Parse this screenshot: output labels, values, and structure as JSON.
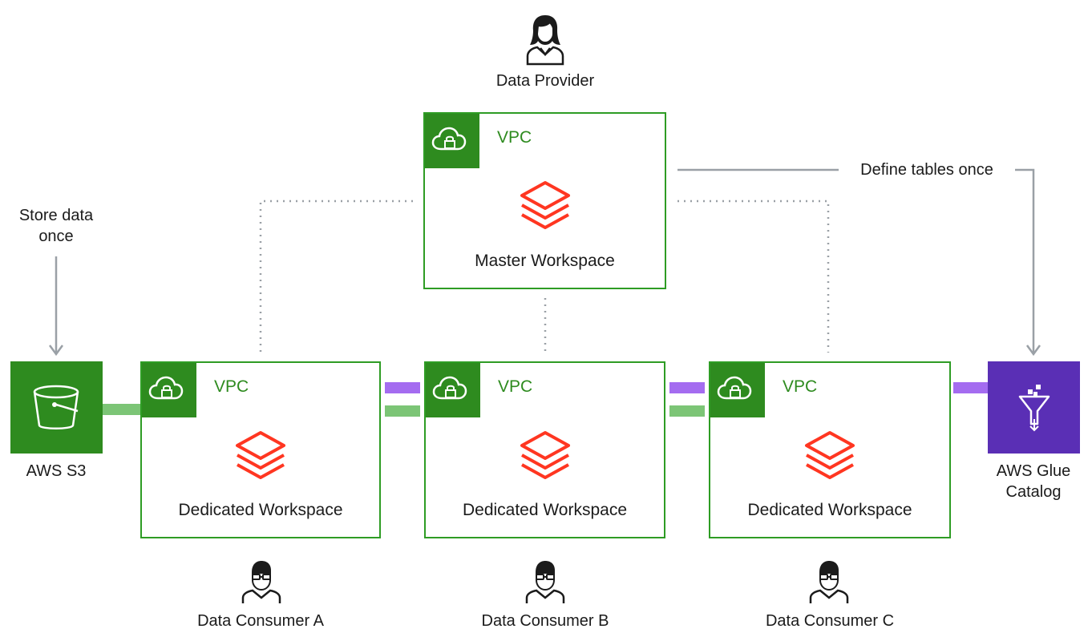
{
  "diagram": {
    "provider_label": "Data Provider",
    "master": {
      "vpc": "VPC",
      "label": "Master Workspace"
    },
    "dedicated": [
      {
        "vpc": "VPC",
        "label": "Dedicated Workspace"
      },
      {
        "vpc": "VPC",
        "label": "Dedicated Workspace"
      },
      {
        "vpc": "VPC",
        "label": "Dedicated Workspace"
      }
    ],
    "consumers": [
      "Data Consumer A",
      "Data Consumer B",
      "Data Consumer C"
    ],
    "s3": {
      "label": "AWS S3",
      "note_line1": "Store data",
      "note_line2": "once"
    },
    "glue": {
      "label_line1": "AWS Glue",
      "label_line2": "Catalog",
      "note": "Define tables once"
    },
    "colors": {
      "green": "#2e8b1f",
      "purple": "#5a2fb5",
      "red": "#ff3621",
      "light_green": "#7cc576",
      "light_purple": "#a46cf0",
      "gray": "#9aa0a6"
    }
  }
}
